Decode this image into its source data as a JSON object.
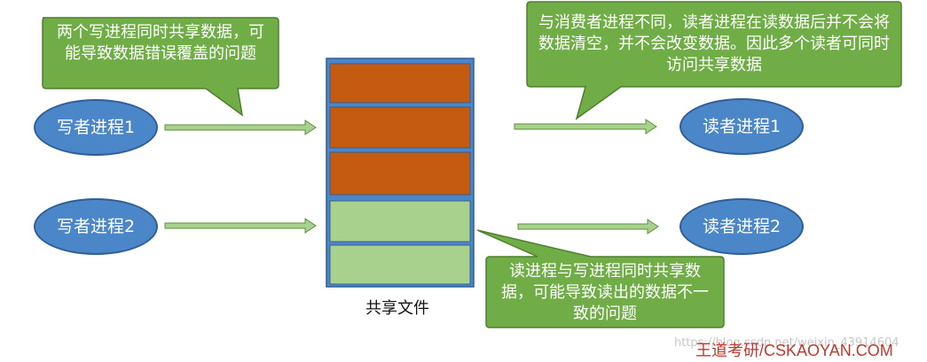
{
  "writers": [
    {
      "label": "写者进程1"
    },
    {
      "label": "写者进程2"
    }
  ],
  "readers": [
    {
      "label": "读者进程1"
    },
    {
      "label": "读者进程2"
    }
  ],
  "file": {
    "label": "共享文件"
  },
  "callouts": {
    "writers": "两个写进程同时共享数据，可能导致数据错误覆盖的问题",
    "readers": "与消费者进程不同，读者进程在读数据后并不会将数据清空，并不会改变数据。因此多个读者可同时访问共享数据",
    "read_write": "读进程与写进程同时共享数据，可能导致读出的数据不一致的问题"
  },
  "watermark": {
    "faint": "https://blog.csdn.net/weixin_43914604",
    "logo": "王道考研/CSKAOYAN.COM"
  },
  "colors": {
    "ellipse": "#4a86c8",
    "callout": "#70ad47",
    "block_written": "#c55a11",
    "block_free": "#a9d18e",
    "arrow_fill": "#a9d18e",
    "file_frame": "#4472c4"
  }
}
